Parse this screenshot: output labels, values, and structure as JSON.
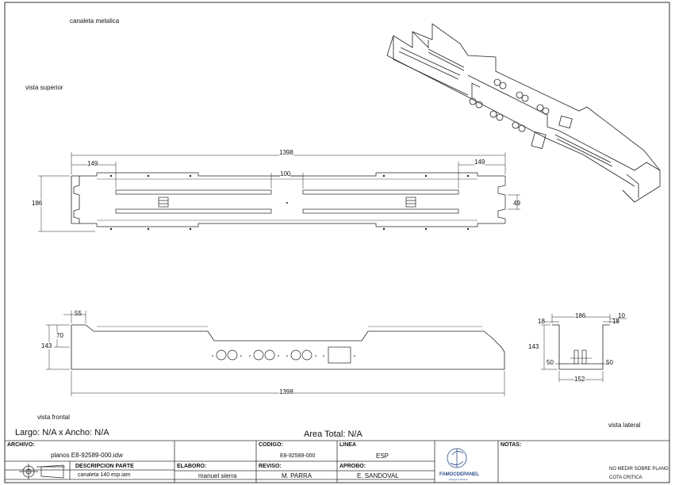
{
  "labels": {
    "title": "canaleta metalica",
    "top_view": "vista superior",
    "front_view": "vista frontal",
    "side_view": "vista lateral",
    "size": "Largo: N/A x Ancho: N/A",
    "area": "Area Total: N/A"
  },
  "dimensions": {
    "top": {
      "length": "1398",
      "left_offset": "149",
      "right_offset": "149",
      "center_gap": "100",
      "height": "186",
      "right_height": "49"
    },
    "front": {
      "step": "55",
      "height": "143",
      "inner": "70",
      "length": "1398"
    },
    "side": {
      "width": "186",
      "left_flange": "18",
      "right_flange": "18",
      "lip": "10",
      "height": "143",
      "left_base": "50",
      "right_base": "50",
      "base": "152"
    }
  },
  "title_block": {
    "archivo_label": "ARCHIVO:",
    "archivo_value": "planos E8-92589-000.idw",
    "descripcion_label": "DESCRIPCION PARTE",
    "descripcion_value": "canaleta 140 esp.iam",
    "codigo_label": "CODIGO:",
    "codigo_value": "E8-92589-000",
    "linea_label": "LINEA",
    "linea_value": "ESP",
    "elaboro_label": "ELABORO:",
    "elaboro_value": "manuel sierra",
    "reviso_label": "REVISO:",
    "reviso_value": "M. PARRA",
    "aprobo_label": "APROBO:",
    "aprobo_value": "E. SANDOVAL",
    "notas_label": "NOTAS:",
    "note_1": "NO MEDIR SOBRE PLANO",
    "note_2": "COTA CRITICA",
    "logo_text": "FAMOCDEPANEL",
    "logo_sub": "Energía Industrial"
  }
}
